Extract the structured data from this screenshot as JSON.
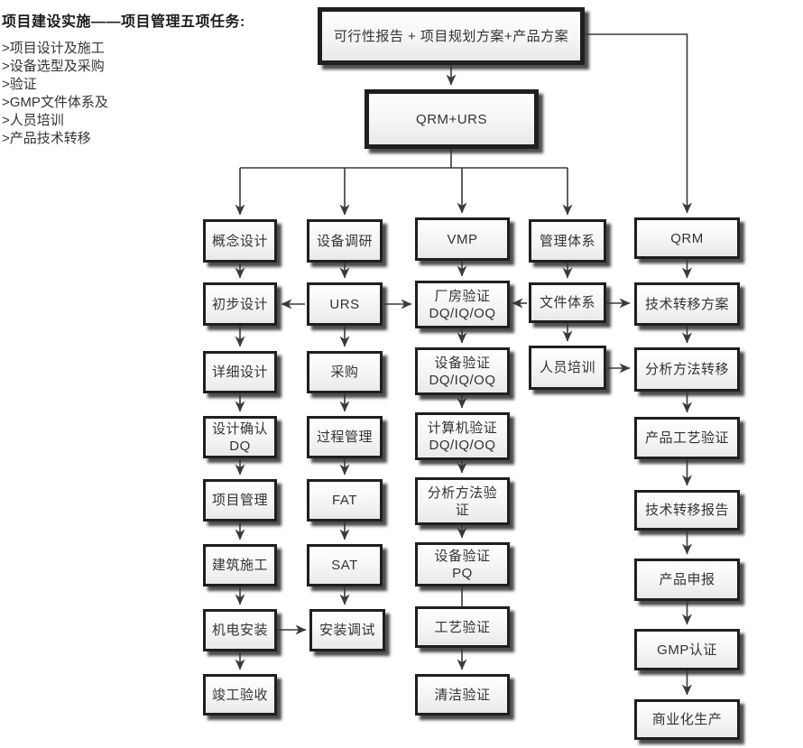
{
  "page": {
    "background": "#ffffff"
  },
  "colors": {
    "box_border": "#1f1f1f",
    "box_fill_top": "#ffffff",
    "box_fill_bottom": "#e9e9e9",
    "box_shadow": "#343434",
    "connector_line": "#3a3a3a",
    "text": "#333333"
  },
  "legend": {
    "title": "项目建设实施——项目管理五项任务:",
    "items": [
      ">项目设计及施工",
      ">设备选型及采购",
      ">验证",
      ">GMP文件体系及",
      ">人员培训",
      ">产品技术转移"
    ]
  },
  "nodes": {
    "feasibility": "可行性报告 + 项目规划方案+产品方案",
    "qrm_urs": "QRM+URS",
    "concept_design": "概念设计",
    "preliminary_design": "初步设计",
    "detailed_design": "详细设计",
    "design_qualification": "设计确认\nDQ",
    "project_management": "项目管理",
    "construction": "建筑施工",
    "mep_installation": "机电安装",
    "completion_acceptance": "竣工验收",
    "equipment_research": "设备调研",
    "urs": "URS",
    "procurement": "采购",
    "process_management": "过程管理",
    "fat": "FAT",
    "sat": "SAT",
    "installation_commissioning": "安装调试",
    "vmp": "VMP",
    "facility_validation": "厂房验证\nDQ/IQ/OQ",
    "equipment_validation": "设备验证\nDQ/IQ/OQ",
    "computer_validation": "计算机验证\nDQ/IQ/OQ",
    "analytical_method_validation": "分析方法验\n证",
    "equipment_validation_pq": "设备验证\nPQ",
    "process_validation": "工艺验证",
    "cleaning_validation": "清洁验证",
    "management_system": "管理体系",
    "document_system": "文件体系",
    "personnel_training": "人员培训",
    "qrm": "QRM",
    "tech_transfer_plan": "技术转移方案",
    "analytical_method_transfer": "分析方法转移",
    "product_process_validation": "产品工艺验证",
    "tech_transfer_report": "技术转移报告",
    "product_filing": "产品申报",
    "gmp_certification": "GMP认证",
    "commercial_production": "商业化生产"
  },
  "edges": [
    {
      "from": "feasibility",
      "to": "qrm_urs",
      "arrow": true
    },
    {
      "from": "feasibility",
      "to": "qrm",
      "arrow": true
    },
    {
      "from": "qrm_urs",
      "to": "concept_design",
      "arrow": true
    },
    {
      "from": "qrm_urs",
      "to": "equipment_research",
      "arrow": true
    },
    {
      "from": "qrm_urs",
      "to": "vmp",
      "arrow": true
    },
    {
      "from": "qrm_urs",
      "to": "management_system",
      "arrow": true
    },
    {
      "from": "concept_design",
      "to": "preliminary_design",
      "arrow": true
    },
    {
      "from": "preliminary_design",
      "to": "detailed_design",
      "arrow": true
    },
    {
      "from": "detailed_design",
      "to": "design_qualification",
      "arrow": true
    },
    {
      "from": "design_qualification",
      "to": "project_management",
      "arrow": true
    },
    {
      "from": "project_management",
      "to": "construction",
      "arrow": true
    },
    {
      "from": "construction",
      "to": "mep_installation",
      "arrow": true
    },
    {
      "from": "mep_installation",
      "to": "completion_acceptance",
      "arrow": true
    },
    {
      "from": "mep_installation",
      "to": "installation_commissioning",
      "arrow": true
    },
    {
      "from": "equipment_research",
      "to": "urs",
      "arrow": true
    },
    {
      "from": "urs",
      "to": "preliminary_design",
      "arrow": true
    },
    {
      "from": "urs",
      "to": "facility_validation",
      "arrow": true
    },
    {
      "from": "urs",
      "to": "procurement",
      "arrow": true
    },
    {
      "from": "procurement",
      "to": "process_management",
      "arrow": true
    },
    {
      "from": "process_management",
      "to": "fat",
      "arrow": true
    },
    {
      "from": "fat",
      "to": "sat",
      "arrow": true
    },
    {
      "from": "sat",
      "to": "installation_commissioning",
      "arrow": true
    },
    {
      "from": "vmp",
      "to": "facility_validation",
      "arrow": true
    },
    {
      "from": "facility_validation",
      "to": "equipment_validation",
      "arrow": true
    },
    {
      "from": "equipment_validation",
      "to": "computer_validation",
      "arrow": true
    },
    {
      "from": "computer_validation",
      "to": "analytical_method_validation",
      "arrow": true
    },
    {
      "from": "analytical_method_validation",
      "to": "equipment_validation_pq",
      "arrow": true
    },
    {
      "from": "equipment_validation_pq",
      "to": "process_validation",
      "arrow": false
    },
    {
      "from": "process_validation",
      "to": "cleaning_validation",
      "arrow": true
    },
    {
      "from": "management_system",
      "to": "document_system",
      "arrow": true
    },
    {
      "from": "document_system",
      "to": "facility_validation",
      "arrow": true
    },
    {
      "from": "document_system",
      "to": "tech_transfer_plan",
      "arrow": true
    },
    {
      "from": "document_system",
      "to": "personnel_training",
      "arrow": true
    },
    {
      "from": "personnel_training",
      "to": "analytical_method_transfer",
      "arrow": true
    },
    {
      "from": "qrm",
      "to": "tech_transfer_plan",
      "arrow": true
    },
    {
      "from": "tech_transfer_plan",
      "to": "analytical_method_transfer",
      "arrow": true
    },
    {
      "from": "analytical_method_transfer",
      "to": "product_process_validation",
      "arrow": true
    },
    {
      "from": "product_process_validation",
      "to": "tech_transfer_report",
      "arrow": true
    },
    {
      "from": "tech_transfer_report",
      "to": "product_filing",
      "arrow": true
    },
    {
      "from": "product_filing",
      "to": "gmp_certification",
      "arrow": true
    },
    {
      "from": "gmp_certification",
      "to": "commercial_production",
      "arrow": true
    }
  ]
}
